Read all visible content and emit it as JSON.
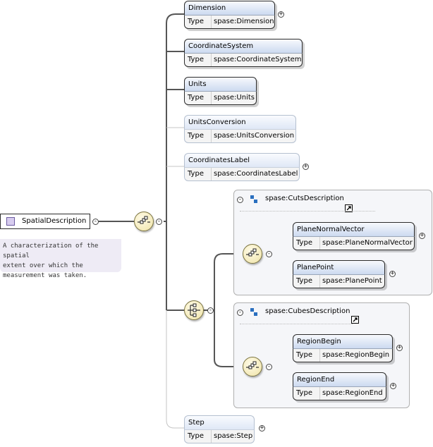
{
  "root": {
    "name": "SpatialDescription",
    "documentation_lines": [
      "A characterization of the spatial",
      "extent over which the",
      "measurement was taken."
    ]
  },
  "type_label": "Type",
  "elements": [
    {
      "name": "Dimension",
      "type": "spase:Dimension",
      "optional": false,
      "expand": "+"
    },
    {
      "name": "CoordinateSystem",
      "type": "spase:CoordinateSystem",
      "optional": false,
      "expand": ""
    },
    {
      "name": "Units",
      "type": "spase:Units",
      "optional": false,
      "expand": ""
    },
    {
      "name": "UnitsConversion",
      "type": "spase:UnitsConversion",
      "optional": true,
      "expand": ""
    },
    {
      "name": "CoordinatesLabel",
      "type": "spase:CoordinatesLabel",
      "optional": true,
      "expand": "+"
    },
    {
      "name": "Step",
      "type": "spase:Step",
      "optional": true,
      "expand": "+"
    }
  ],
  "groups": [
    {
      "title": "spase:CutsDescription",
      "collapse": "-",
      "elements": [
        {
          "name": "PlaneNormalVector",
          "type": "spase:PlaneNormalVector",
          "expand": "+"
        },
        {
          "name": "PlanePoint",
          "type": "spase:PlanePoint",
          "expand": "+"
        }
      ]
    },
    {
      "title": "spase:CubesDescription",
      "collapse": "-",
      "elements": [
        {
          "name": "RegionBegin",
          "type": "spase:RegionBegin",
          "expand": "+"
        },
        {
          "name": "RegionEnd",
          "type": "spase:RegionEnd",
          "expand": "+"
        }
      ]
    }
  ],
  "collapse_symbol": "-",
  "colors": {
    "element_header": "#ccdaf0",
    "compositor": "#efe3a6",
    "group_background": "#f5f6f9",
    "documentation": "#eeebf5"
  }
}
